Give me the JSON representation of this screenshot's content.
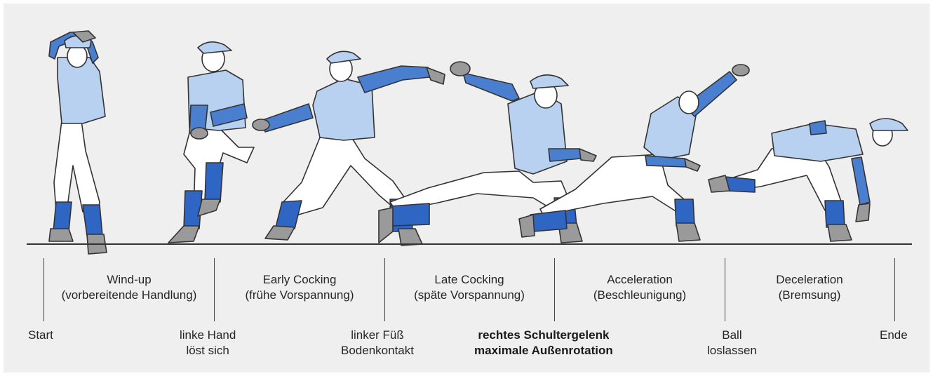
{
  "phases": [
    {
      "name": "Wind-up",
      "detail": "(vorbereitende Handlung)"
    },
    {
      "name": "Early Cocking",
      "detail": "(frühe Vorspannung)"
    },
    {
      "name": "Late Cocking",
      "detail": "(späte Vorspannung)"
    },
    {
      "name": "Acceleration",
      "detail": "(Beschleunigung)"
    },
    {
      "name": "Deceleration",
      "detail": "(Bremsung)"
    }
  ],
  "events": {
    "start": "Start",
    "left_hand_1": "linke Hand",
    "left_hand_2": "löst sich",
    "foot_1": "linker Füß",
    "foot_2": "Bodenkontakt",
    "shoulder_1": "rechtes Schultergelenk",
    "shoulder_2": "maximale Außenrotation",
    "ball_1": "Ball",
    "ball_2": "loslassen",
    "end": "Ende"
  },
  "colors": {
    "background": "#efefef",
    "shirt": "#b9d1f0",
    "sleeve": "#4a7fd0",
    "sock": "#2f66c4",
    "pants": "#ffffff",
    "shoe": "#9a9a9a",
    "outline": "#333333"
  }
}
